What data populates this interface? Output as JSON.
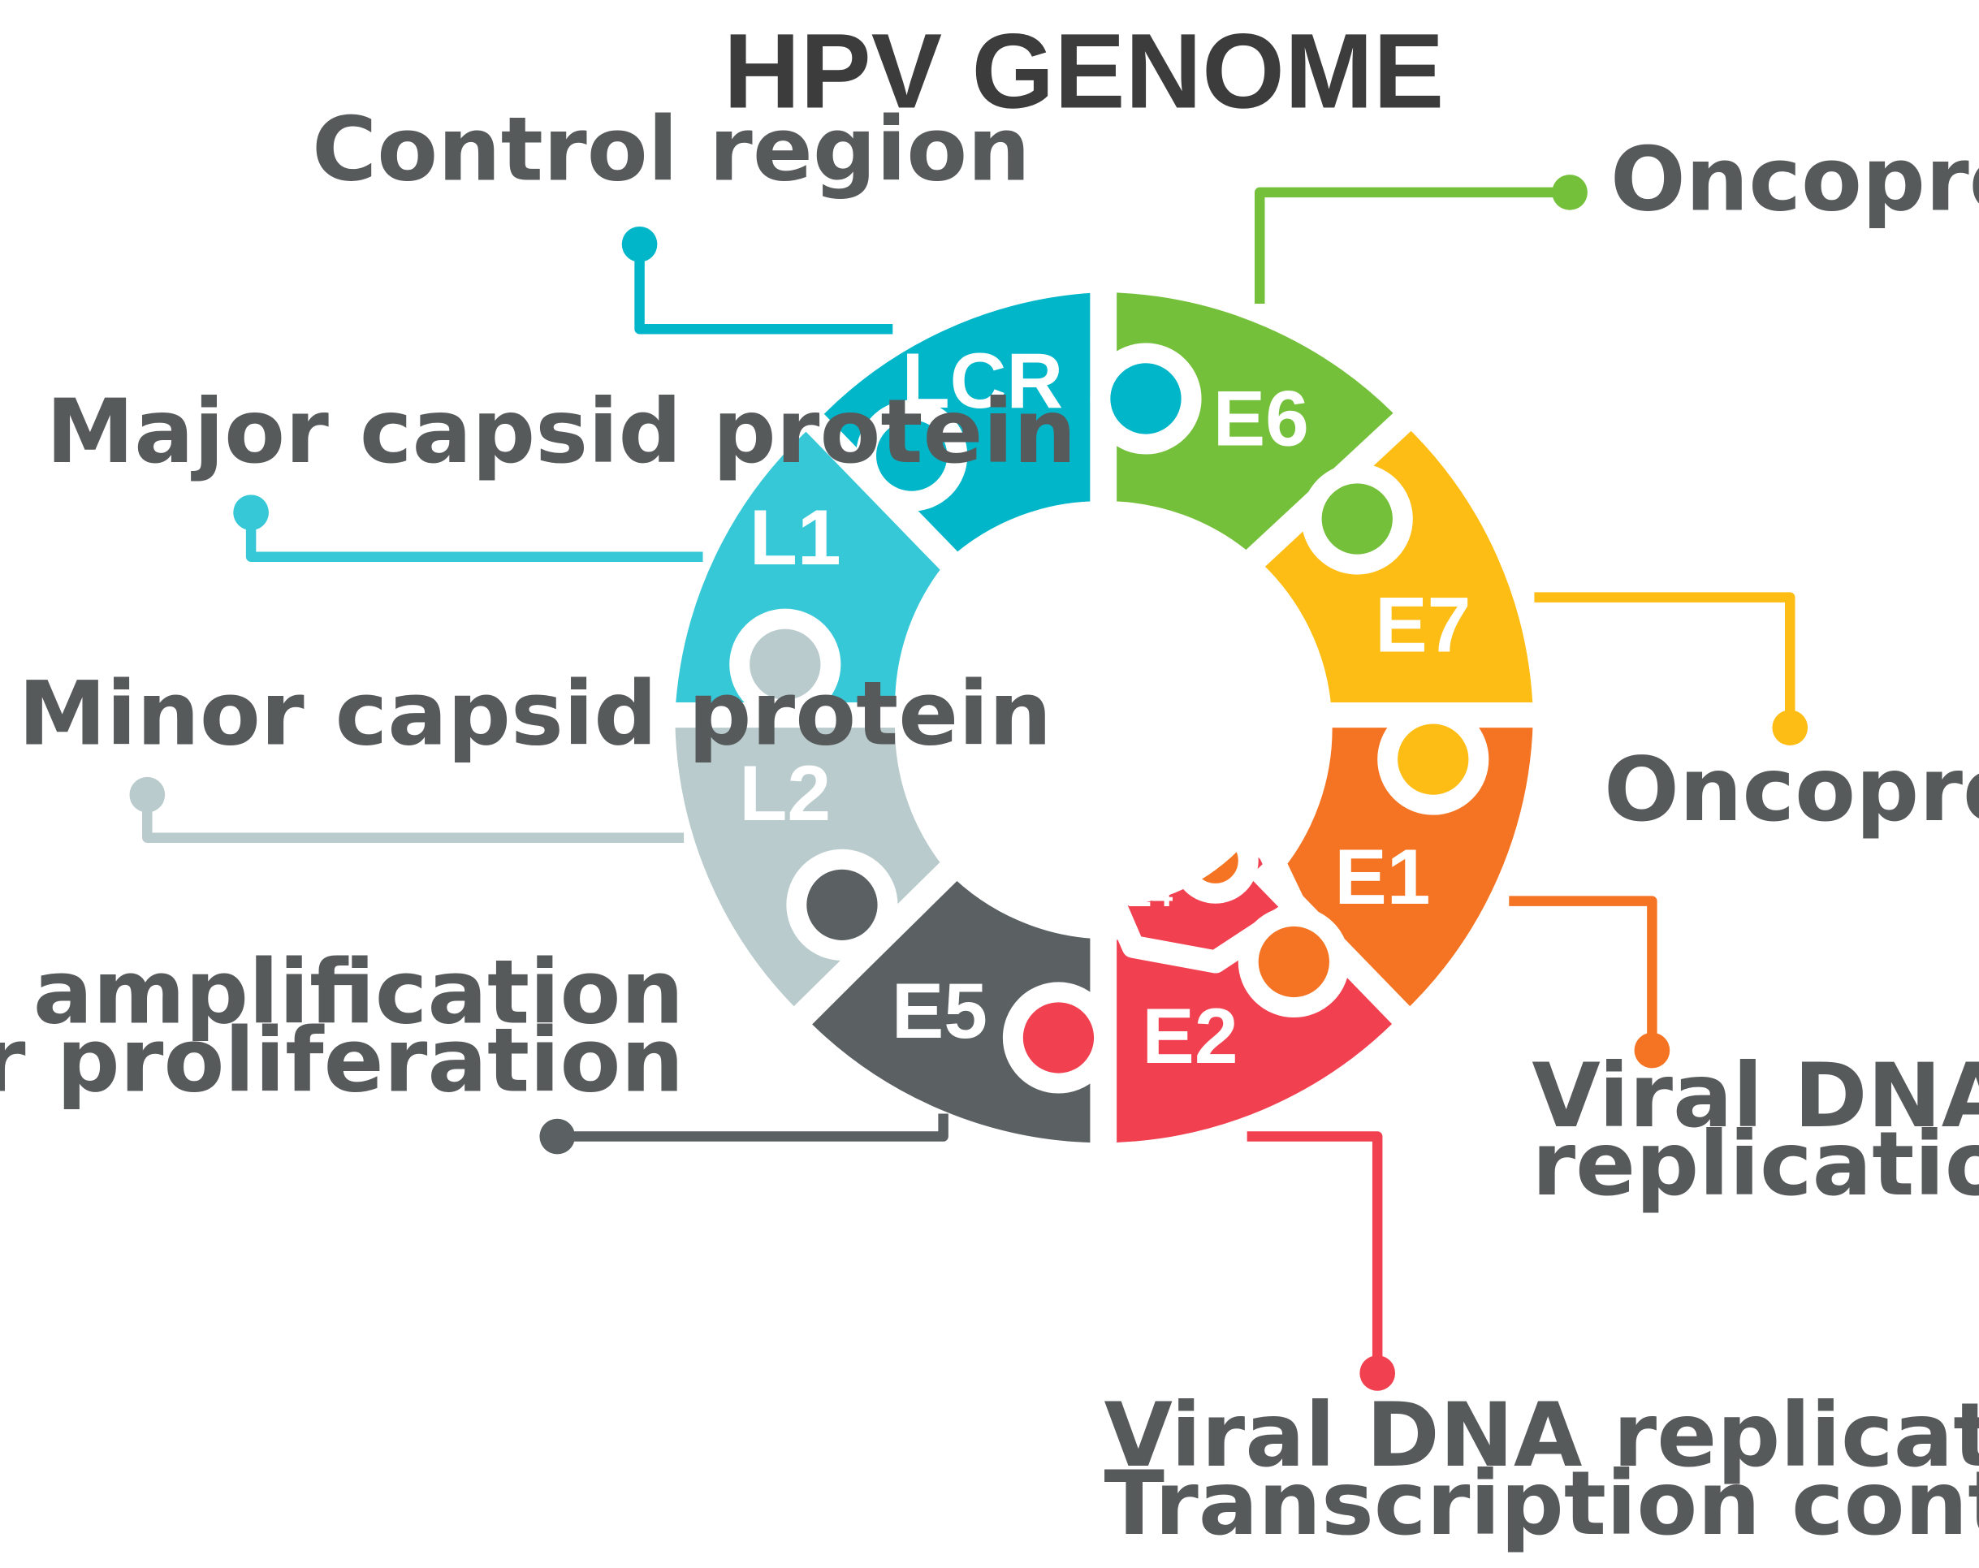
{
  "title": "HPV GENOME",
  "colors": {
    "lcr": "#00b6c8",
    "l1": "#37c8d7",
    "l2": "#b9cbcc",
    "e5": "#5b6163",
    "e2": "#f1404f",
    "e1": "#f47423",
    "e7": "#fdbd14",
    "e6": "#75c03a",
    "text": "#575a5b"
  },
  "segments": {
    "lcr": {
      "label": "LCR",
      "description": [
        "Control region"
      ]
    },
    "e6": {
      "label": "E6",
      "description": [
        "Oncoprotein"
      ]
    },
    "e7": {
      "label": "E7",
      "description": [
        "Oncoprotein"
      ]
    },
    "e1": {
      "label": "E1",
      "description": [
        "Viral DNA",
        "replication"
      ]
    },
    "e4": {
      "label": "E4"
    },
    "e2": {
      "label": "E2",
      "description": [
        "Viral DNA replication",
        "Transcription control"
      ]
    },
    "e5": {
      "label": "E5",
      "description": [
        "Genome amplification",
        "Cellular proliferation"
      ]
    },
    "l2": {
      "label": "L2",
      "description": [
        "Minor capsid protein"
      ]
    },
    "l1": {
      "label": "L1",
      "description": [
        "Major capsid protein"
      ]
    }
  }
}
